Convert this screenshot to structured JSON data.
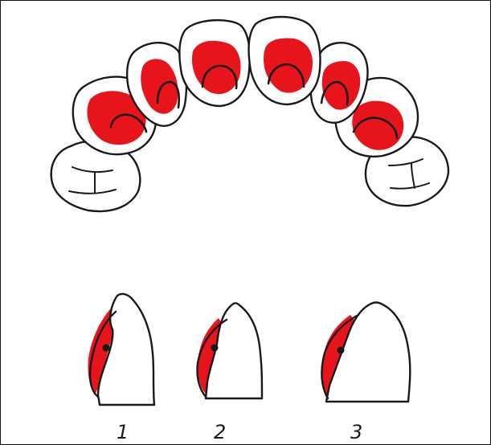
{
  "palette": {
    "stain": "#e8141c",
    "outline": "#1a1a1a",
    "background": "#ffffff"
  },
  "labels": {
    "profile_1": "1",
    "profile_2": "2",
    "profile_3": "3"
  }
}
